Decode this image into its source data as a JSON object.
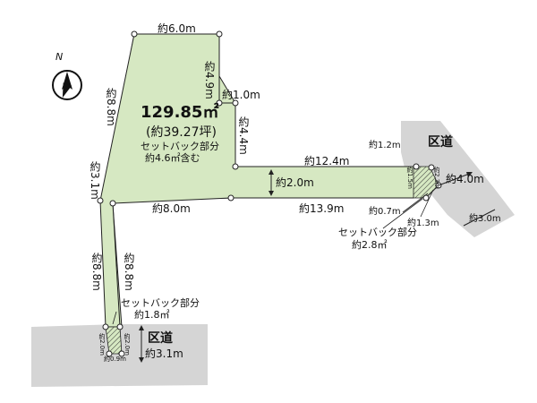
{
  "area": {
    "sqm": "129.85㎡",
    "tsubo": "(約39.27坪)",
    "setback_note": "セットバック部分",
    "setback_included": "約4.6㎡含む"
  },
  "dimensions": {
    "top": "約6.0m",
    "right_upper": "約4.9m",
    "step": "約1.0m",
    "right_lower": "約4.4m",
    "corridor_top": "約12.4m",
    "corridor_width": "約2.0m",
    "corridor_bottom": "約13.9m",
    "bottom": "約8.0m",
    "left_upper": "約8.8m",
    "left_lower": "約3.1m",
    "stem_left": "約8.8m",
    "stem_right": "約8.8m",
    "east_1_2": "約1.2m",
    "east_1_5": "約1.5m",
    "east_2_3": "約2.3m",
    "east_0_7": "約0.7m",
    "east_1_3": "約1.3m",
    "east_4_0": "約4.0m",
    "east_3_0": "約3.0m",
    "south_2_0_left": "約2.0m",
    "south_2_0_right": "約2.0m",
    "south_0_9": "約0.9m",
    "south_3_1": "約3.1m"
  },
  "setback_east": {
    "label": "セットバック部分",
    "area": "約2.8㎡"
  },
  "setback_south": {
    "label": "セットバック部分",
    "area": "約1.8㎡"
  },
  "roads": {
    "east": "区道",
    "south": "区道"
  },
  "compass": {
    "letter": "N"
  },
  "colors": {
    "lot_fill": "#d6e8c2",
    "road_fill": "#d5d5d5",
    "outline": "#222222"
  }
}
